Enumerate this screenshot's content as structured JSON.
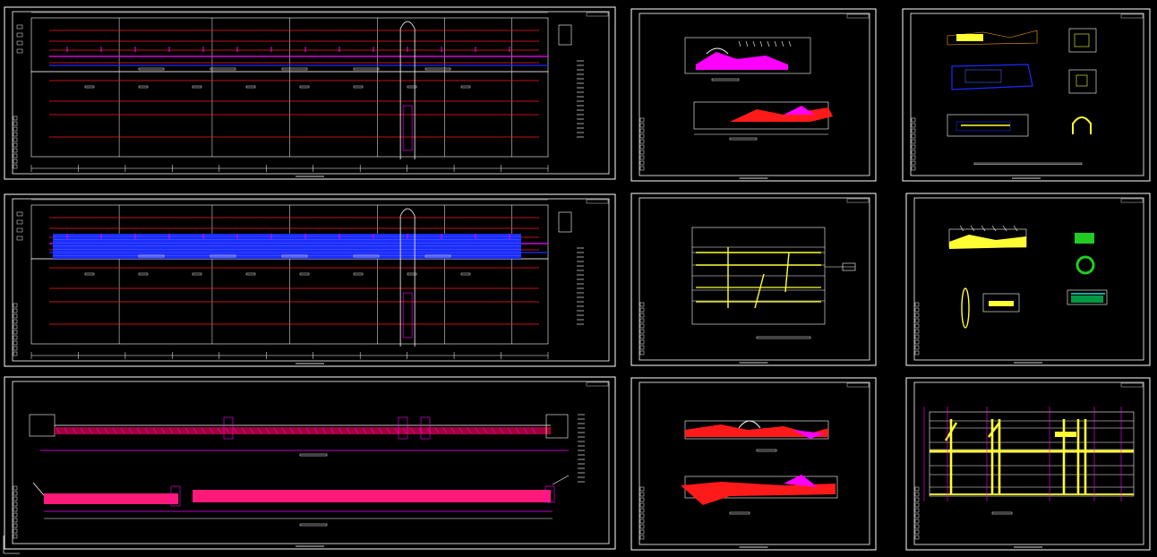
{
  "app": {
    "view": "model-space"
  },
  "colors": {
    "background": "#000000",
    "border": "#ffffff",
    "red": "#ff1a1a",
    "magenta": "#ff00ff",
    "blue": "#1a2cff",
    "yellow": "#ffff33",
    "green": "#22cc22",
    "cyan": "#22dddd"
  },
  "sheets": [
    {
      "id": "s1",
      "content": "plan-lines"
    },
    {
      "id": "s2",
      "content": "plan-blue"
    },
    {
      "id": "s3",
      "content": "profile"
    },
    {
      "id": "s4",
      "content": "section-magenta"
    },
    {
      "id": "s5",
      "content": "plan-yellow"
    },
    {
      "id": "s6",
      "content": "section-red"
    },
    {
      "id": "s7",
      "content": "details-blue"
    },
    {
      "id": "s8",
      "content": "details-yellow"
    },
    {
      "id": "s9",
      "content": "rebar-yellow"
    }
  ]
}
